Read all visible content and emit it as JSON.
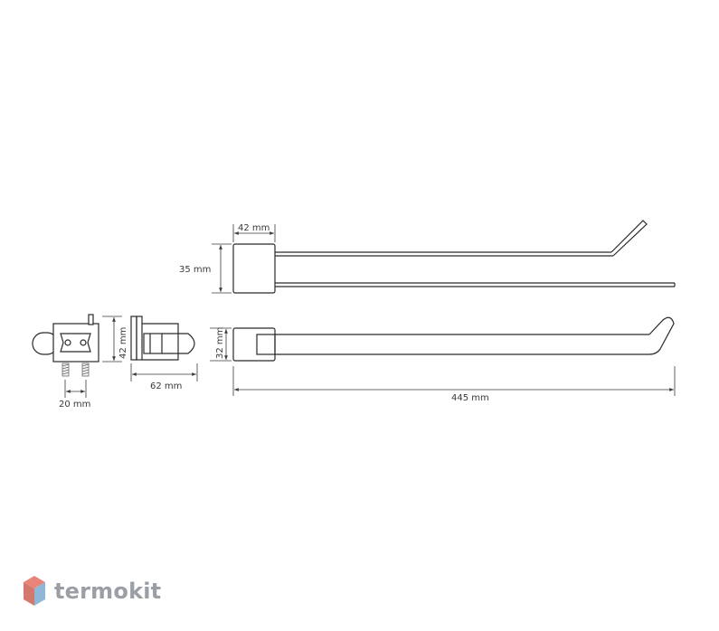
{
  "dimensions": {
    "top_width": "42 mm",
    "top_height": "35 mm",
    "side_height": "42 mm",
    "front_height": "32 mm",
    "depth": "62 mm",
    "mount_spacing": "20 mm",
    "total_length": "445 mm"
  },
  "logo": {
    "text": "termokit",
    "colors": {
      "top": "#e8847a",
      "left": "#d4786e",
      "right": "#8fb8d8",
      "text": "#9a9fa5"
    }
  }
}
